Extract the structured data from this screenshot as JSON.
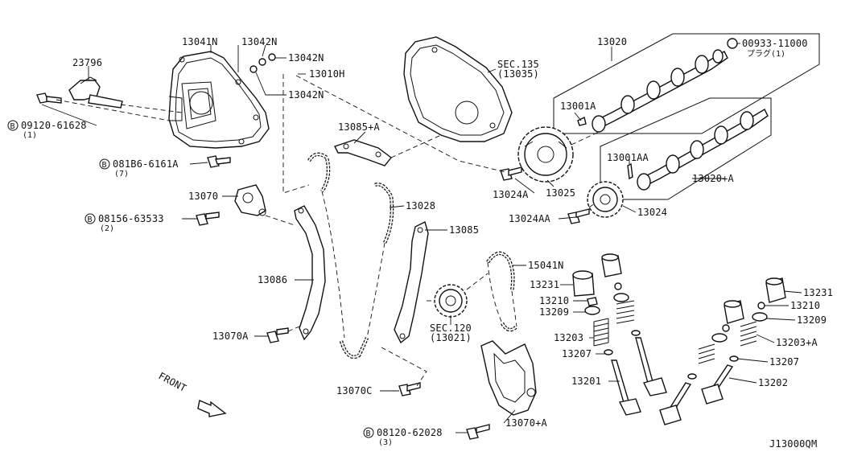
{
  "labels": {
    "l13041N": "13041N",
    "l13042N_a": "13042N",
    "l13042N_b": "13042N",
    "l13042N_c": "13042N",
    "l13010H": "13010H",
    "l23796": "23796",
    "l09120_61628": "09120-61628",
    "l09120_61628_qty": "(1)",
    "l081B6_6161A": "081B6-6161A",
    "l081B6_6161A_qty": "(7)",
    "l13070": "13070",
    "l08156_63533": "08156-63533",
    "l08156_63533_qty": "(2)",
    "l13086": "13086",
    "l13070A": "13070A",
    "l13085A": "13085+A",
    "l13028": "13028",
    "l13085": "13085",
    "lsec120": "SEC.120",
    "lsec120_sub": "(13021)",
    "l13070C": "13070C",
    "l08120_62028": "08120-62028",
    "l08120_62028_qty": "(3)",
    "l13070plusA": "13070+A",
    "lsec135": "SEC.135",
    "lsec135_sub": "(13035)",
    "l13020": "13020",
    "l00933": "00933-11000",
    "l00933_sub": "プラグ(1)",
    "l13001A": "13001A",
    "l13001AA": "13001AA",
    "l13020A": "13020+A",
    "l13024A": "13024A",
    "l13025": "13025",
    "l13024AA": "13024AA",
    "l13024": "13024",
    "l15041N": "15041N",
    "l13231_a": "13231",
    "l13210_a": "13210",
    "l13209_a": "13209",
    "l13203": "13203",
    "l13207_a": "13207",
    "l13201": "13201",
    "l13231_b": "13231",
    "l13210_b": "13210",
    "l13209_b": "13209",
    "l13203A": "13203+A",
    "l13207_b": "13207",
    "l13202": "13202",
    "front": "FRONT",
    "diagram_code": "J13000QM",
    "bolt_marker": "B"
  }
}
